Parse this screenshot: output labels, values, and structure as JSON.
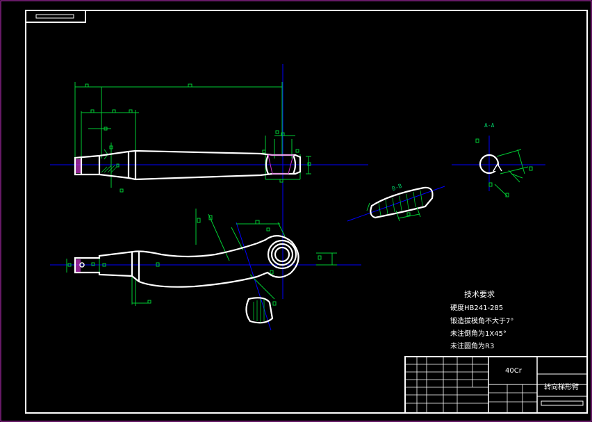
{
  "colors": {
    "background": "#000000",
    "border": "#ffffff",
    "outline": "#ffffff",
    "dimension": "#00cc33",
    "centerline": "#0000ff",
    "viewport_edge": "#cc33cc",
    "hatch": "#00cc33"
  },
  "section_labels": {
    "a_a": "A-A",
    "b_b": "B-B"
  },
  "notes": {
    "title": "技术要求",
    "lines": [
      "硬度HB241-285",
      "锻造拔模角不大于7°",
      "未注倒角为1X45°",
      "未注圆角为R3"
    ]
  },
  "title_block": {
    "material": "40Cr",
    "part_name": "转向梯形臂"
  }
}
